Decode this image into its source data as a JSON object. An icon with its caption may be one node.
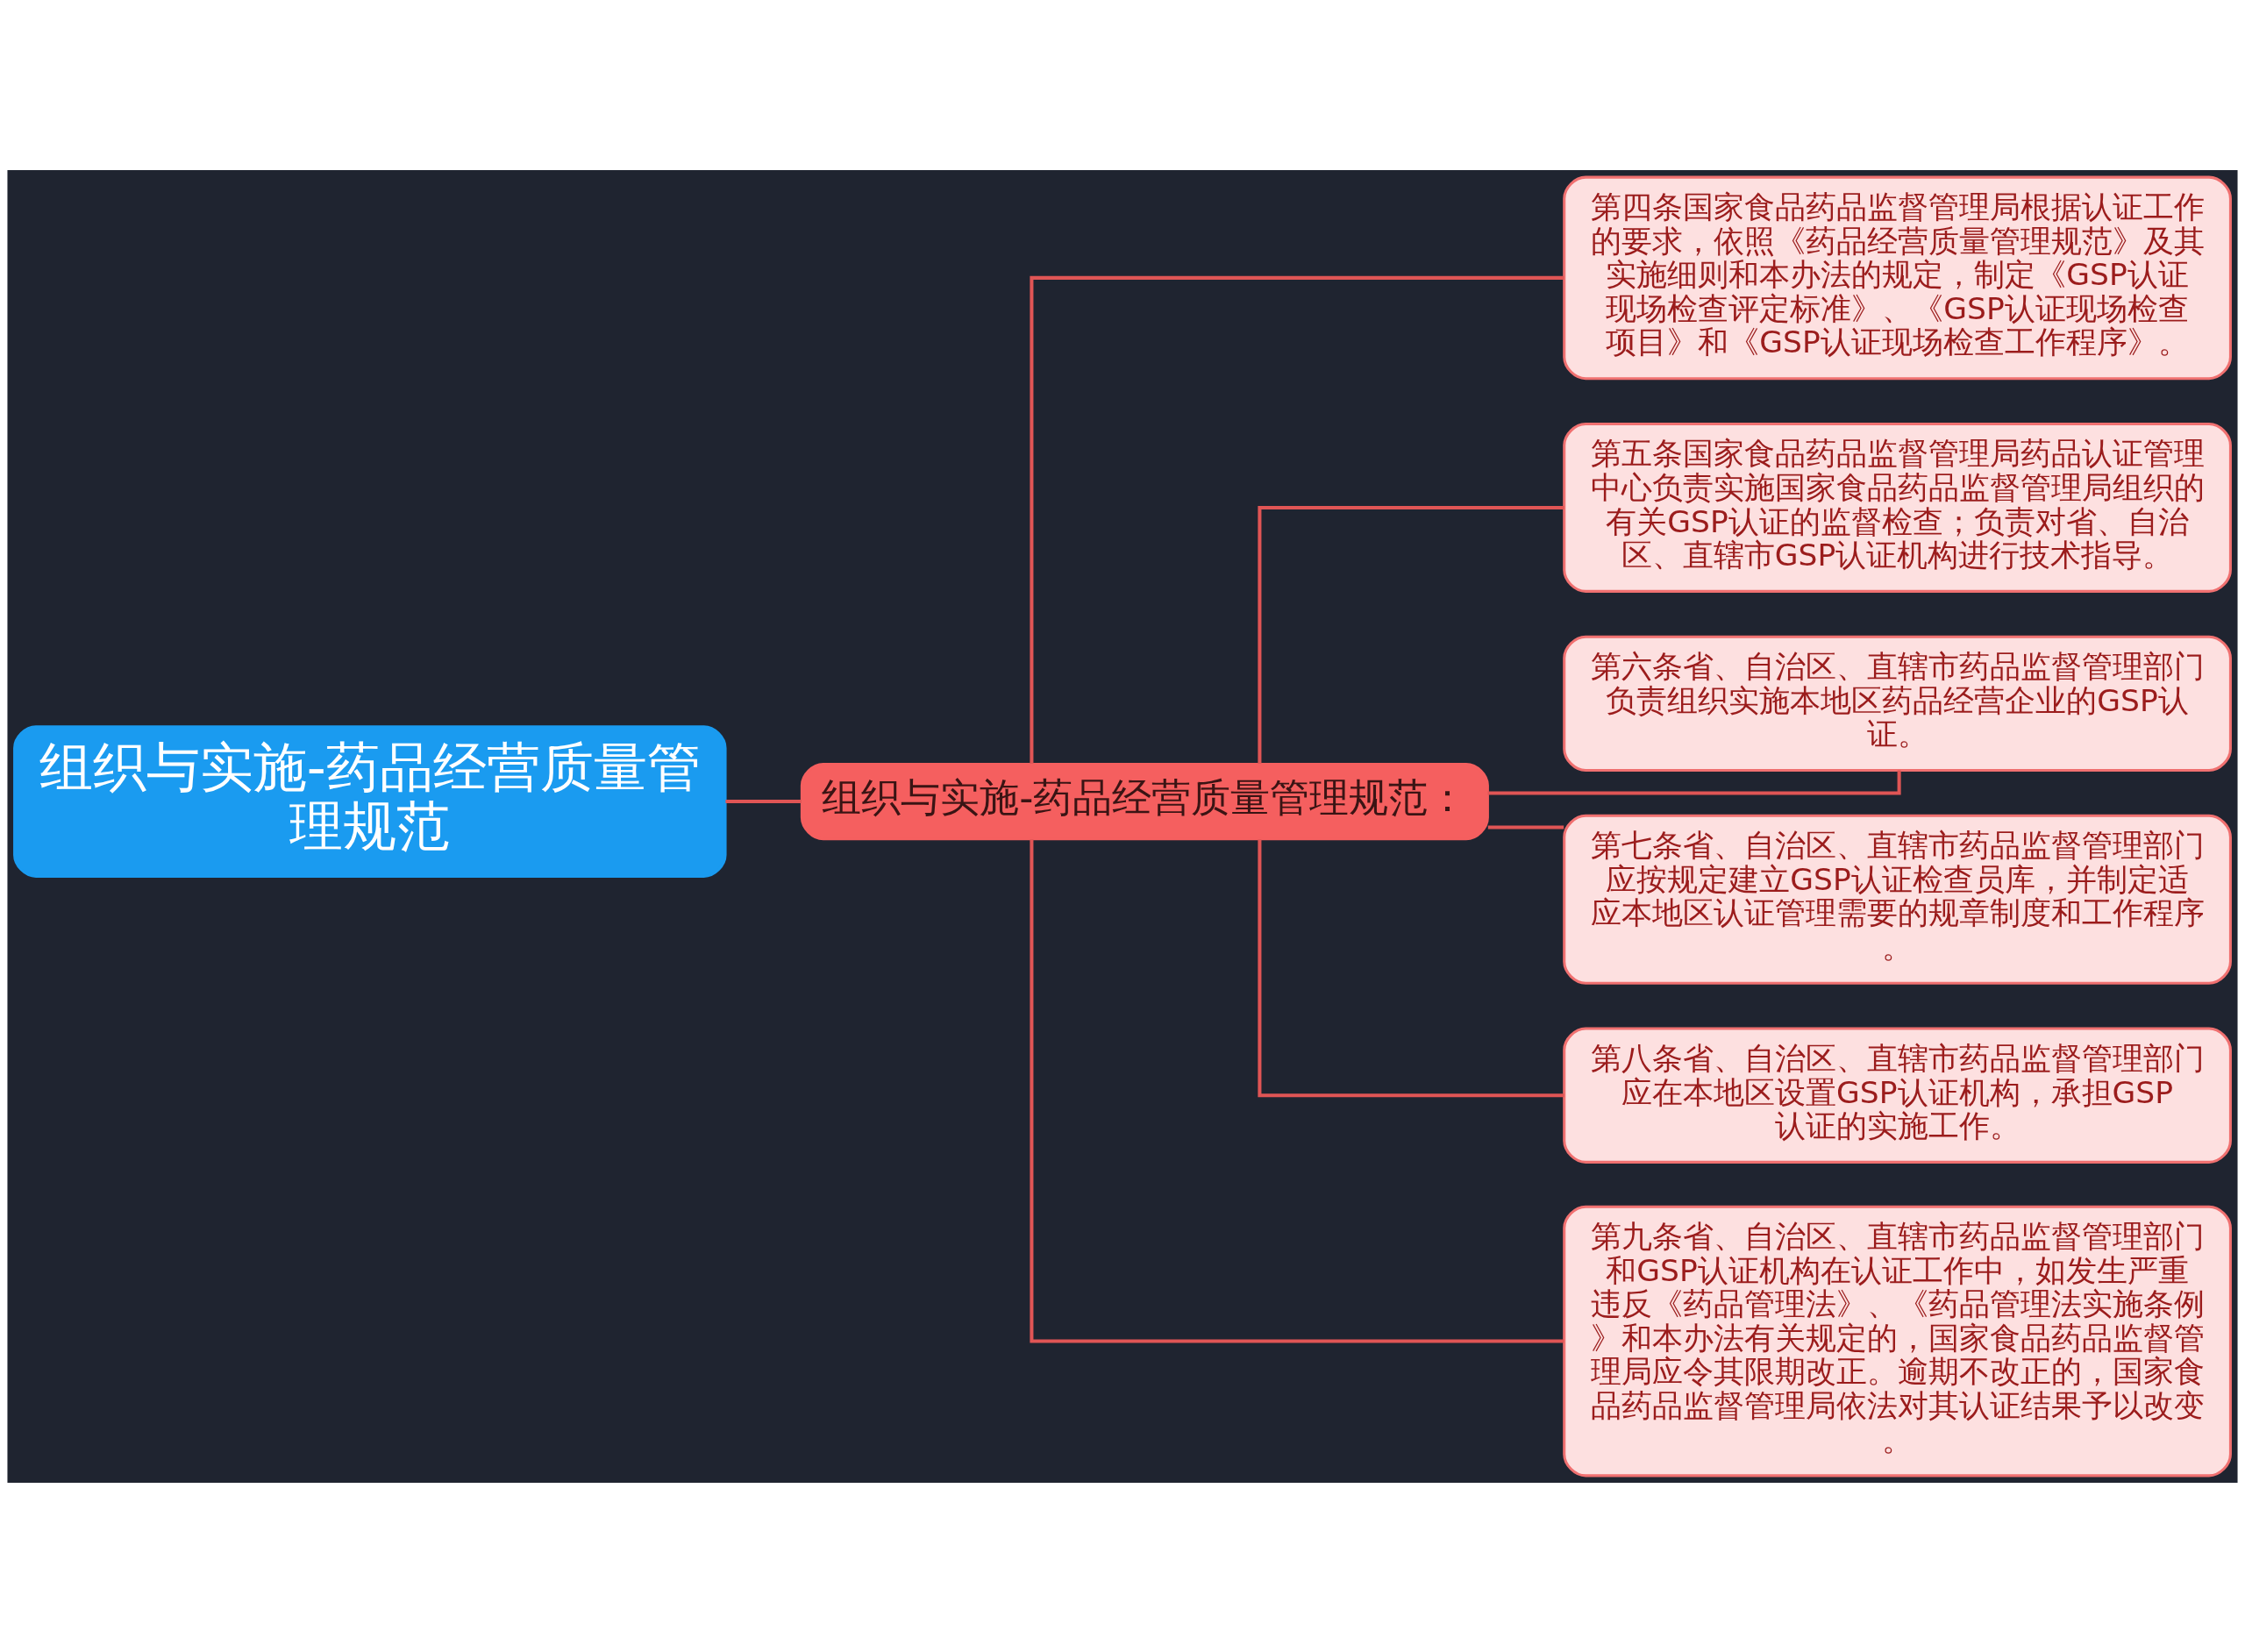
{
  "diagram": {
    "nodes": [
      {
        "text": [
          "组织与实施-药品经营质量管理规范"
        ]
      },
      {
        "text": [
          "组织与实施-药品经营质量管理规范："
        ]
      },
      {
        "text": [
          "第四条国家食品药品监督管理局根据认证工作的要求，依照《药品经营质量管理规范》及其实施细则和本办法的规定，制定《GSP认证现场检查评定标准》、《GSP认证现场检查项目》和《GSP认证现场检查工作程序》。"
        ]
      },
      {
        "text": [
          "第五条国家食品药品监督管理局药品认证管理中心负责实施国家食品药品监督管理局组织的有关GSP认证的监督检查；负责对省、自治区、直辖市GSP认证机构进行技术指导。"
        ]
      },
      {
        "text": [
          "第六条省、自治区、直辖市药品监督管理部门负责组织实施本地区药品经营企业的GSP认证。"
        ]
      },
      {
        "text": [
          "第七条省、自治区、直辖市药品监督管理部门应按规定建立GSP认证检查员库，并制定适应本地区认证管理需要的规章制度和工作程序。"
        ]
      },
      {
        "text": [
          "第八条省、自治区、直辖市药品监督管理部门应在本地区设置GSP认证机构，承担GSP认证的实施工作。"
        ]
      },
      {
        "text": [
          "第九条省、自治区、直辖市药品监督管理部门和GSP认证机构在认证工作中，如发生严重违反《药品管理法》、《药品管理法实施条例》和本办法有关规定的，国家食品药品监督管理局应令其限期改正。逾期不改正的，国家食品药品监督管理局依法对其认证结果予以改变。"
        ]
      }
    ],
    "edges": [
      {
        "from": 0,
        "to": 1,
        "arrow": "none"
      },
      {
        "from": 1,
        "to": 2,
        "arrow": "none"
      },
      {
        "from": 1,
        "to": 3,
        "arrow": "none"
      },
      {
        "from": 1,
        "to": 4,
        "arrow": "none"
      },
      {
        "from": 1,
        "to": 5,
        "arrow": "none"
      },
      {
        "from": 1,
        "to": 6,
        "arrow": "none"
      },
      {
        "from": 1,
        "to": 7,
        "arrow": "none"
      }
    ]
  }
}
